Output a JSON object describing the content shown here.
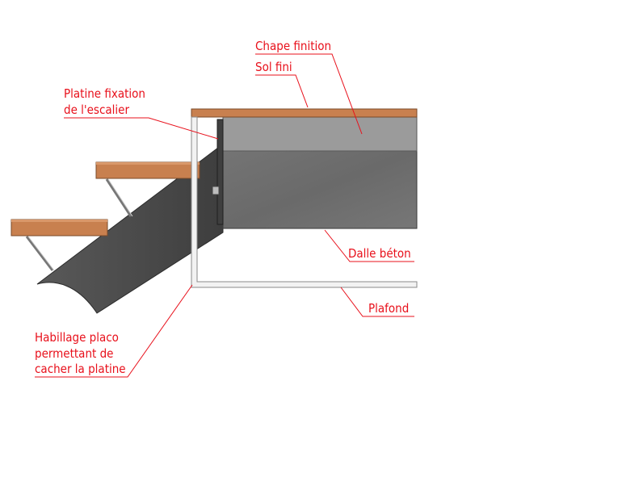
{
  "labels": {
    "chape_finition": "Chape finition",
    "sol_fini": "Sol fini",
    "platine_line1": "Platine fixation",
    "platine_line2": "de l'escalier",
    "dalle_beton": "Dalle béton",
    "plafond": "Plafond",
    "habillage_line1": "Habillage placo",
    "habillage_line2": "permettant de",
    "habillage_line3": "cacher la platine"
  },
  "colors": {
    "label_text": "#e8101b",
    "wood": "#c8804f",
    "concrete": "#6f6f6f",
    "screed": "#9b9b9b",
    "steel": "#4a4a4a",
    "plaster": "#f2f2f2"
  }
}
